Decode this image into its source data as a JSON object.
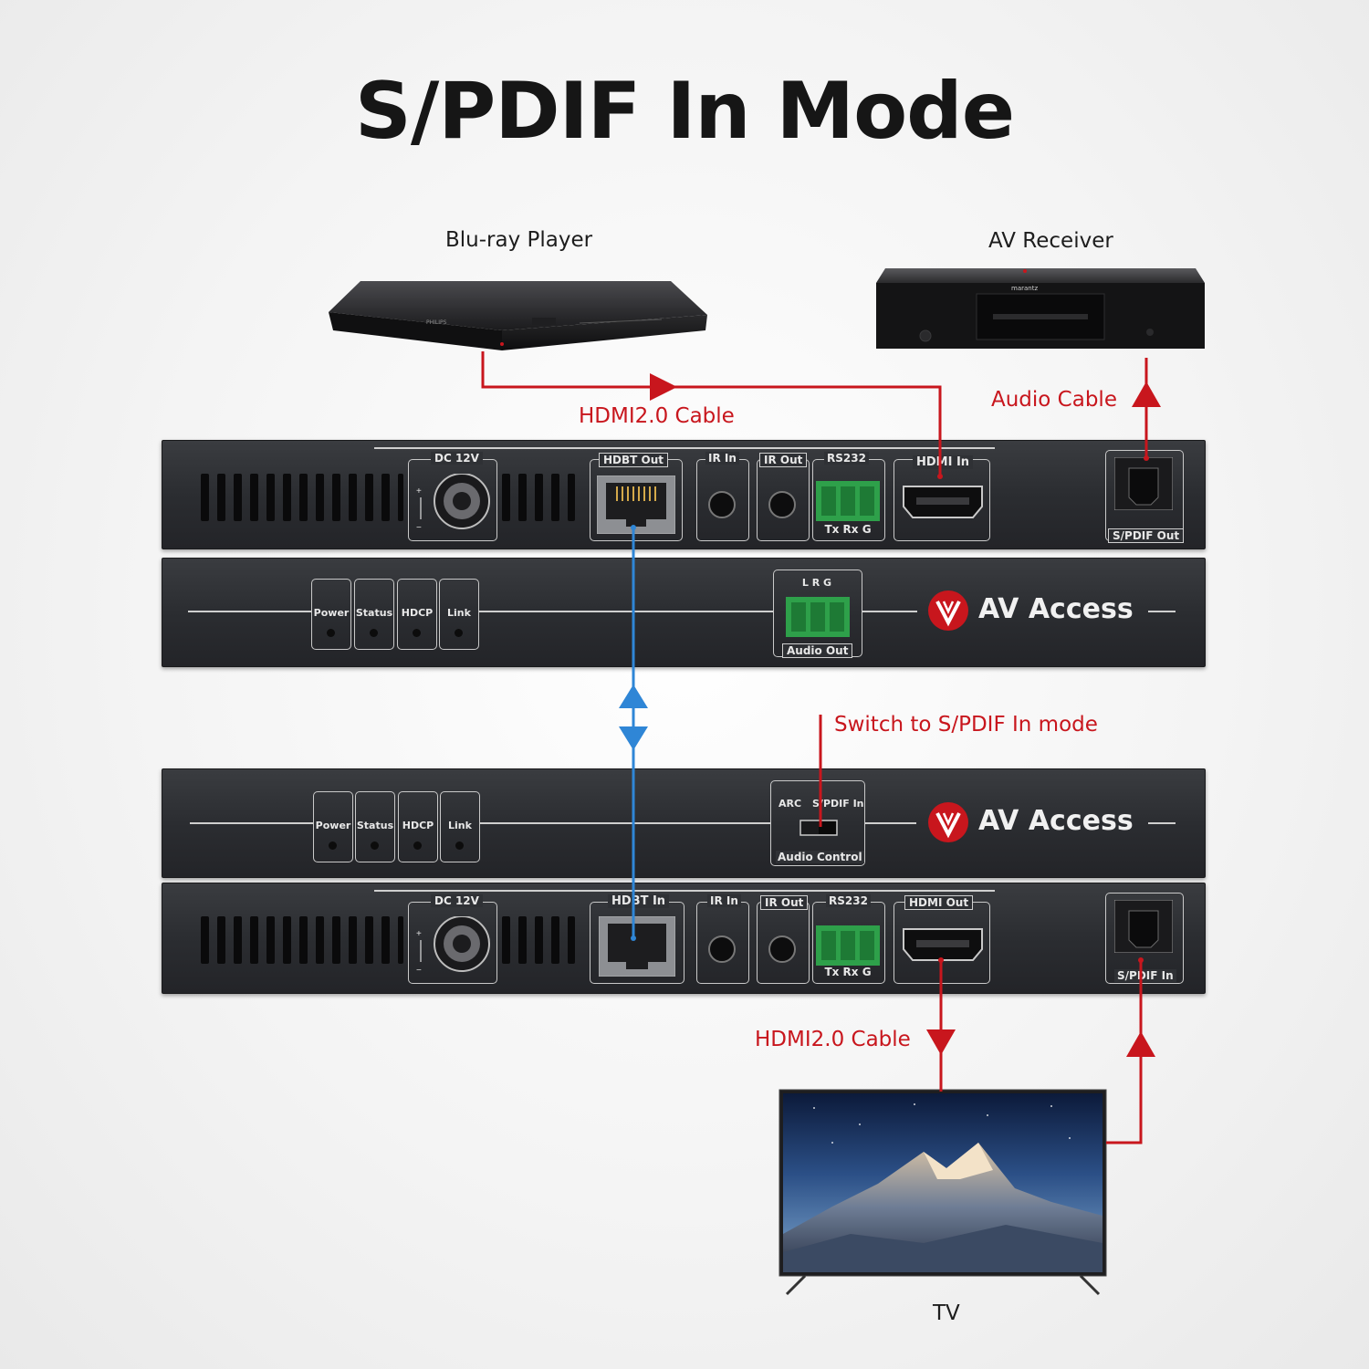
{
  "title": "S/PDIF In Mode",
  "devices": {
    "bluray": "Blu-ray Player",
    "bluray_brand": "PHILIPS",
    "receiver": "AV Receiver",
    "receiver_brand": "marantz",
    "tv": "TV"
  },
  "cables": {
    "top_hdmi": "HDMI2.0 Cable",
    "audio": "Audio Cable",
    "switch_note": "Switch to S/PDIF In mode",
    "bottom_hdmi": "HDMI2.0 Cable"
  },
  "transmitter_rear": {
    "dc": "DC 12V",
    "hdbt": "HDBT Out",
    "ir_in": "IR In",
    "ir_out": "IR Out",
    "rs232": "RS232",
    "rs232_pins": "Tx  Rx  G",
    "hdmi": "HDMI In",
    "spdif": "S/PDIF Out"
  },
  "transmitter_front": {
    "leds": [
      "Power",
      "Status",
      "HDCP",
      "Link"
    ],
    "lrg": "L   R   G",
    "audio_out": "Audio Out",
    "brand": "AV Access"
  },
  "receiver_front": {
    "leds": [
      "Power",
      "Status",
      "HDCP",
      "Link"
    ],
    "arc": "ARC",
    "spdif_in": "S/PDIF In",
    "audio_control": "Audio Control",
    "brand": "AV Access"
  },
  "receiver_rear": {
    "dc": "DC 12V",
    "hdbt": "HDBT In",
    "ir_in": "IR In",
    "ir_out": "IR Out",
    "rs232": "RS232",
    "rs232_pins": "Tx  Rx  G",
    "hdmi": "HDMI Out",
    "spdif": "S/PDIF In"
  },
  "colors": {
    "signal_red": "#c8161d",
    "hdbt_blue": "#2f86d6",
    "chassis": "#2b2d31",
    "terminal_green": "#2ea04a"
  },
  "icons": [
    "power-jack-icon",
    "rj45-icon",
    "hdmi-port-icon",
    "optical-port-icon",
    "av-access-logo-icon"
  ]
}
